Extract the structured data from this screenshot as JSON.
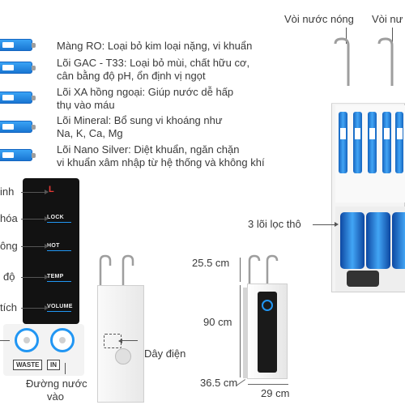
{
  "filters": [
    {
      "name": "Màng RO: Loại bỏ kim loại nặng, vi khuẩn"
    },
    {
      "line1": "Lõi GAC - T33: Loại bỏ mùi, chất hữu cơ,",
      "line2": "cân bằng độ pH, ổn định vị ngọt"
    },
    {
      "line1": "Lõi XA hồng ngoại: Giúp nước dễ hấp",
      "line2": "thụ vào máu"
    },
    {
      "line1": "Lõi Mineral: Bổ sung vi khoáng như",
      "line2": "Na, K, Ca, Mg"
    },
    {
      "line1": "Lõi Nano Silver: Diệt khuẩn, ngăn chặn",
      "line2": "vi khuẩn xâm nhập từ hệ thống và không khí"
    }
  ],
  "panel": {
    "labels": [
      "inh",
      "hóa",
      "ông",
      "độ",
      "tích"
    ],
    "buttons": [
      "LOCK",
      "HOT",
      "TEMP",
      "VOLUME"
    ],
    "display": "L"
  },
  "ports": {
    "waste": "WASTE",
    "in": "IN",
    "inlet_line1": "Đường nước",
    "inlet_line2": "vào"
  },
  "power_cord": "Dây điện",
  "dimensions": {
    "top": "25.5 cm",
    "height": "90 cm",
    "depth": "36.5 cm",
    "width": "29 cm"
  },
  "taps": {
    "hot": "Vòi nước nóng",
    "normal": "Vòi nư"
  },
  "coarse_filters": "3 lõi lọc thô",
  "colors": {
    "accent": "#2196f3",
    "filter_blue": "#1976d2",
    "panel": "#121212"
  }
}
